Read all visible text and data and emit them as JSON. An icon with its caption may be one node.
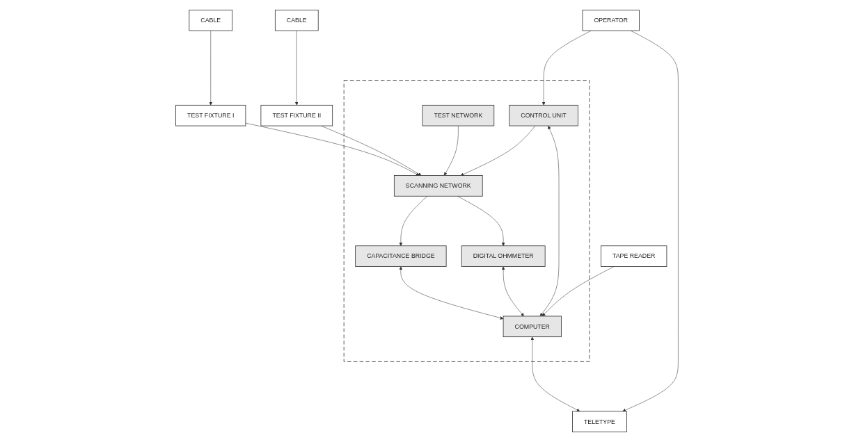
{
  "diagram": {
    "nodes": [
      {
        "text": [
          "TAPE READER"
        ]
      },
      {
        "text": [
          "CABLE"
        ]
      },
      {
        "text": [
          "TEST FIXTURE I"
        ]
      },
      {
        "text": [
          "CABLE"
        ]
      },
      {
        "text": [
          "TEST FIXTURE II"
        ]
      },
      {
        "text": [],
        "shape": "box"
      },
      {
        "text": [
          "SCANNING NETWORK"
        ],
        "in": 5
      },
      {
        "text": [
          "CAPACITANCE BRIDGE"
        ],
        "in": 5
      },
      {
        "text": [
          "DIGITAL OHMMETER"
        ],
        "in": 5
      },
      {
        "text": [
          "COMPUTER"
        ],
        "in": 5
      },
      {
        "text": [
          "TEST NETWORK"
        ],
        "in": 5
      },
      {
        "text": [
          "CONTROL UNIT"
        ],
        "in": 5
      },
      {
        "text": [
          "OPERATOR"
        ]
      },
      {
        "text": [
          "TELETYPE"
        ]
      }
    ],
    "edges": [
      {
        "from": 1,
        "to": 2,
        "arrow": "to"
      },
      {
        "from": 3,
        "to": 4,
        "arrow": "to"
      },
      {
        "from": 2,
        "to": 6,
        "arrow": "to"
      },
      {
        "from": 4,
        "to": 6,
        "arrow": "to"
      },
      {
        "from": 10,
        "to": 6,
        "arrow": "to"
      },
      {
        "from": 6,
        "to": 7,
        "arrow": "to"
      },
      {
        "from": 6,
        "to": 8,
        "arrow": "to"
      },
      {
        "from": 7,
        "to": 9,
        "arrow": "both"
      },
      {
        "from": 8,
        "to": 9,
        "arrow": "both"
      },
      {
        "from": 0,
        "to": 9,
        "arrow": "to"
      },
      {
        "from": 11,
        "to": 6,
        "arrow": "to"
      },
      {
        "from": 11,
        "to": 9,
        "arrow": "both"
      },
      {
        "from": 9,
        "to": 13,
        "arrow": "both"
      },
      {
        "from": 12,
        "to": 11,
        "arrow": "to"
      },
      {
        "from": 12,
        "to": 13,
        "arrow": "to"
      }
    ]
  }
}
